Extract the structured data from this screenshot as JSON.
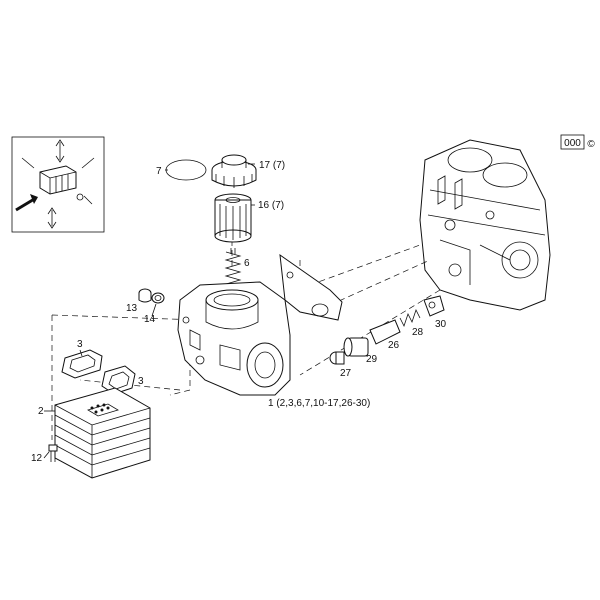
{
  "doc_code": "000",
  "copyright_symbol": "©",
  "labels": {
    "l7": "7",
    "l17": "17 (7)",
    "l16": "16 (7)",
    "l6": "6",
    "l13": "13",
    "l14": "14",
    "l3a": "3",
    "l3b": "3",
    "l2": "2",
    "l12": "12",
    "l28": "28",
    "l30": "30",
    "l26": "26",
    "l29": "29",
    "l27": "27",
    "l1": "1 (2,3,6,7,10-17,26-30)"
  }
}
